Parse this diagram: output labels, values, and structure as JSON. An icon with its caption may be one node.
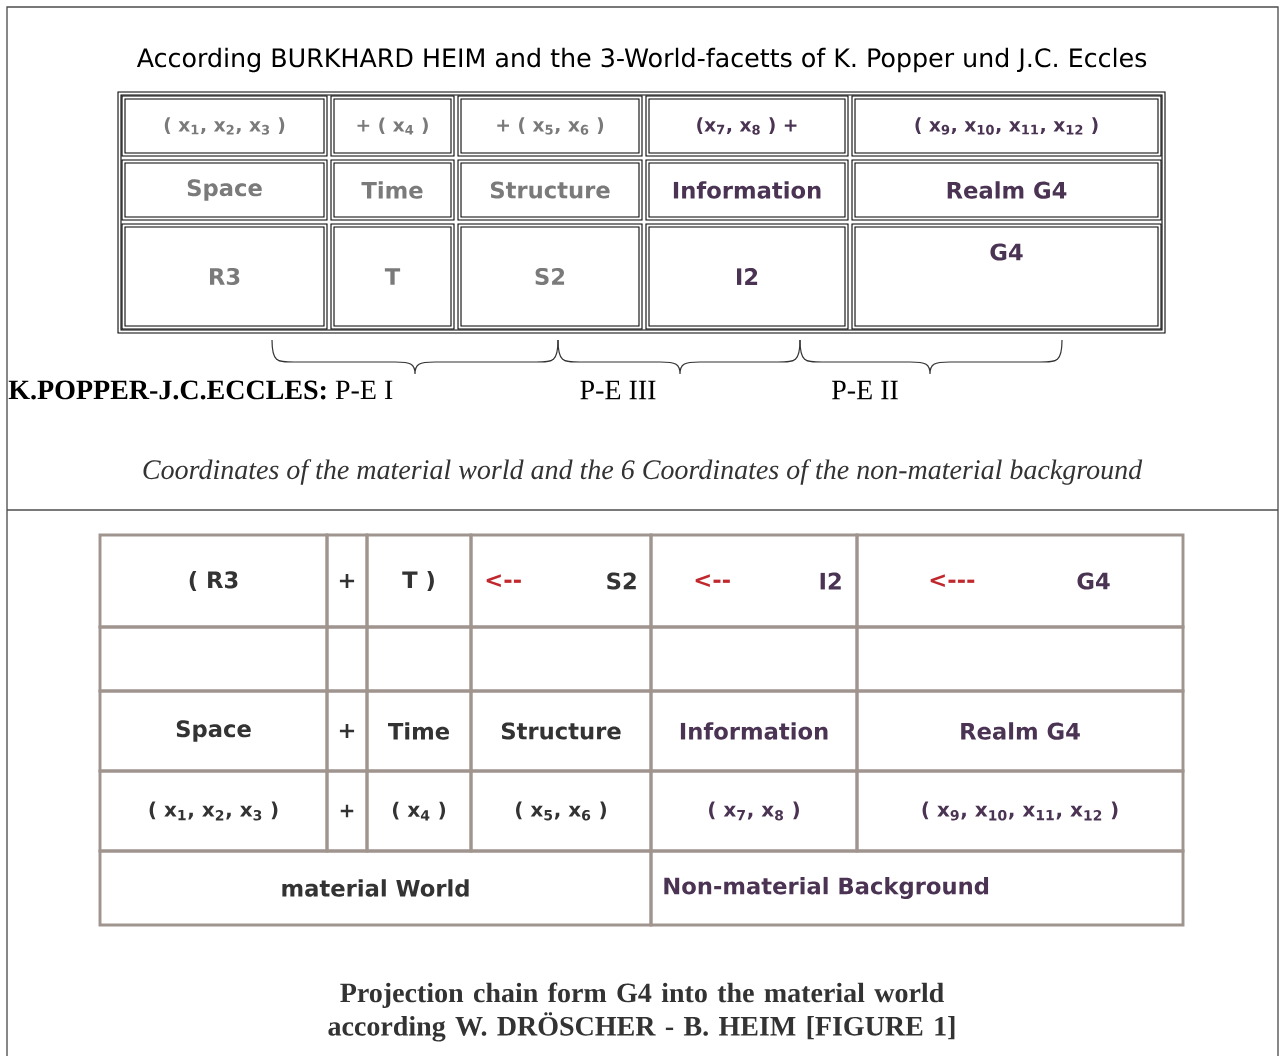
{
  "diagram": {
    "title": "According BURKHARD HEIM and the 3-World-facetts of K. Popper und J.C. Eccles",
    "caption": "Projection chain form G4 into the material world according W. DRÖSCHER - B. HEIM [FIGURE 1]",
    "labels": [
      "( x$_{1}$, x$_{2}$, x$_{3}$ )",
      "+ ( x$_{4}$ )",
      "+ ( x$_{5}$, x$_{6}$ )",
      "(x$_{7}$, x$_{8}$ ) +",
      "( x$_{9}$, x$_{10}$, x$_{11}$, x$_{12}$ )",
      "Space",
      "Time",
      "Structure",
      "Information",
      "Realm G4",
      "R3",
      "T",
      "S2",
      "I2",
      "G4",
      "**K.POPPER-J.C.ECCLES:** P-E I",
      "P-E III",
      "P-E II",
      "Coordinates of the material world and the 6 Coordinates of the non-material background",
      "( R3",
      "+",
      "T )",
      "<--",
      "S2",
      "<--",
      "I2",
      "<---",
      "G4",
      "Space",
      "+",
      "Time",
      "Structure",
      "Information",
      "Realm G4",
      "( x$_{1}$, x$_{2}$, x$_{3}$ )",
      "+",
      "( x$_{4}$ )",
      "( x$_{5}$, x$_{6}$ )",
      "( x$_{7}$, x$_{8}$ )",
      "( x$_{9}$, x$_{10}$, x$_{11}$, x$_{12}$ )",
      "material World",
      "Non-material Background"
    ]
  }
}
